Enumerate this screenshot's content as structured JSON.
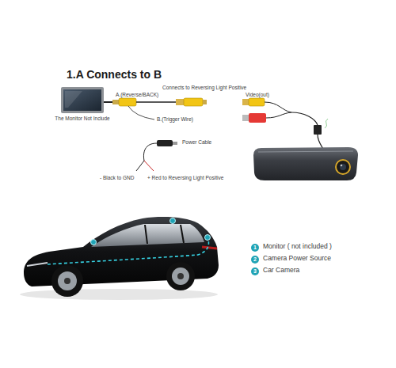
{
  "diagram": {
    "title": "1.A Connects to B",
    "nodes": [
      {
        "text": [
          "The Monitor Not Include"
        ]
      }
    ],
    "labels": [
      "A.(Reverse/BACK)",
      "Connects to Reversing Light Positive",
      "B.(Trigger Wire)",
      "Power Cable",
      "- Black to GND",
      "+ Red to Reversing Light Positive",
      "Video(out)",
      "1",
      "2",
      "3"
    ],
    "legend": [
      {
        "text": "Monitor ( not included )"
      },
      {
        "text": "Camera Power Source"
      },
      {
        "text": "Car Camera"
      }
    ]
  }
}
